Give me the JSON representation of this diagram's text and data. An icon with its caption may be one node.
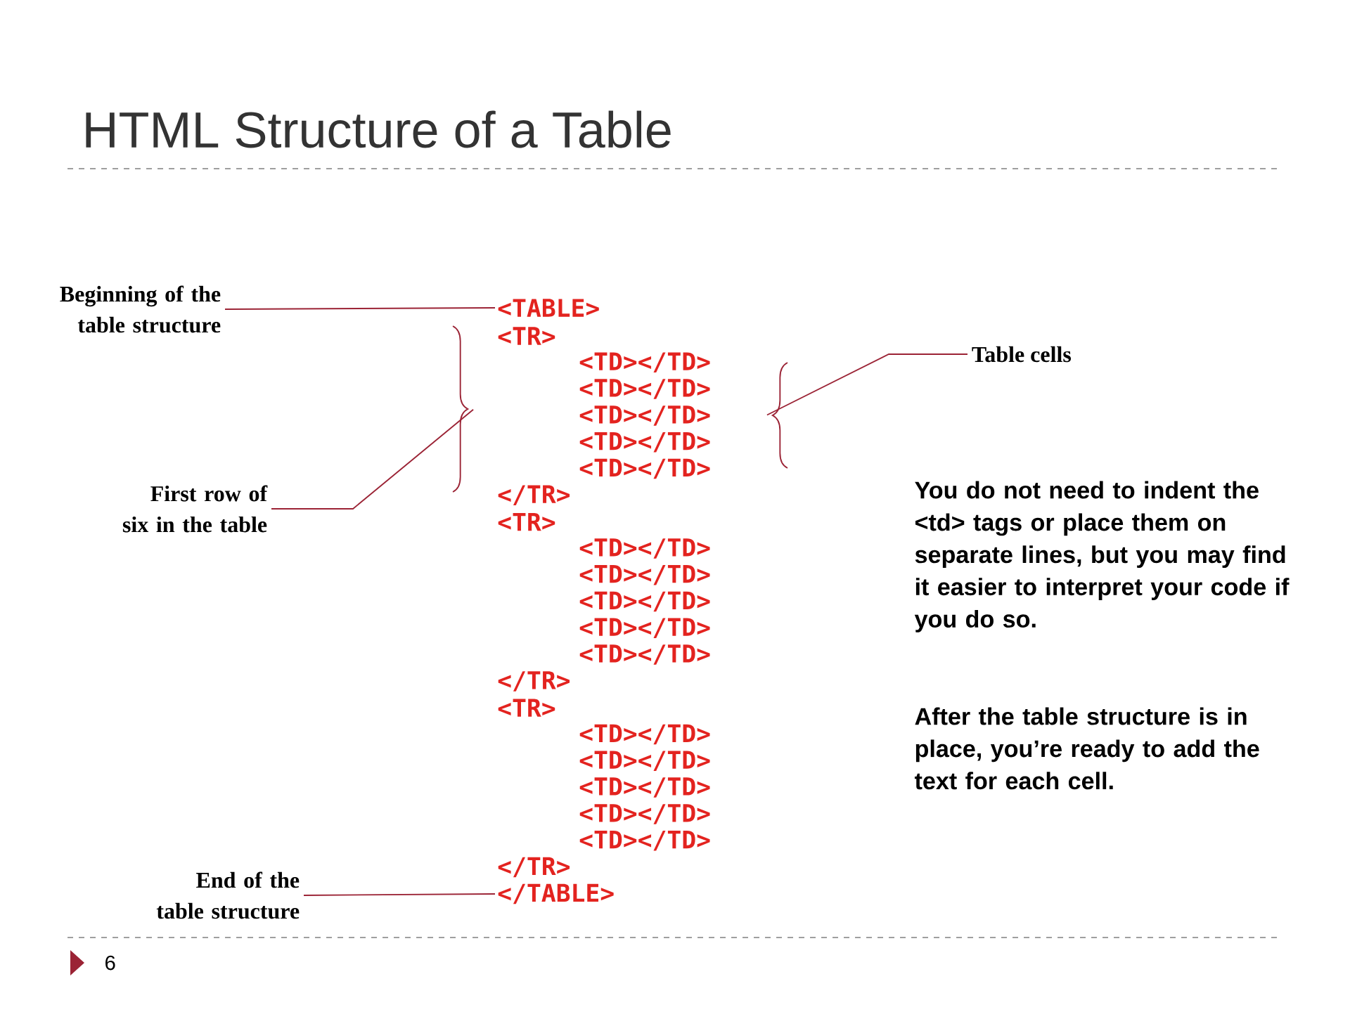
{
  "diagram": {
    "title": "HTML Structure of a Table",
    "nodes": [
      {
        "text": [
          "Beginning of the table structure"
        ]
      },
      {
        "text": [
          "<TABLE>"
        ]
      },
      {
        "text": [
          "First row of six in the table"
        ]
      },
      {
        "text": [],
        "shape": "brace"
      },
      {
        "text": [
          "Table cells"
        ]
      },
      {
        "text": [],
        "shape": "brace"
      },
      {
        "text": [
          "End of the table structure"
        ]
      },
      {
        "text": [
          "</TABLE>"
        ]
      }
    ],
    "edges": [
      {
        "from": 0,
        "to": 1,
        "arrow": "none"
      },
      {
        "from": 2,
        "to": 3,
        "arrow": "none"
      },
      {
        "from": 4,
        "to": 5,
        "arrow": "none"
      },
      {
        "from": 6,
        "to": 7,
        "arrow": "none"
      }
    ],
    "labels": [
      "<TR>",
      "<TD></TD>",
      "<TD></TD>",
      "<TD></TD>",
      "<TD></TD>",
      "<TD></TD>",
      "</TR>",
      "<TR>",
      "<TD></TD>",
      "<TD></TD>",
      "<TD></TD>",
      "<TD></TD>",
      "<TD></TD>",
      "</TR>",
      "<TR>",
      "<TD></TD>",
      "<TD></TD>",
      "<TD></TD>",
      "<TD></TD>",
      "<TD></TD>",
      "</TR>",
      "You do not need to indent the <td> tags or place them on separate lines, but you may find it easier to interpret your code if you do so.",
      "After the table structure is in place, you’re ready to add the text for each cell.",
      "6"
    ]
  }
}
